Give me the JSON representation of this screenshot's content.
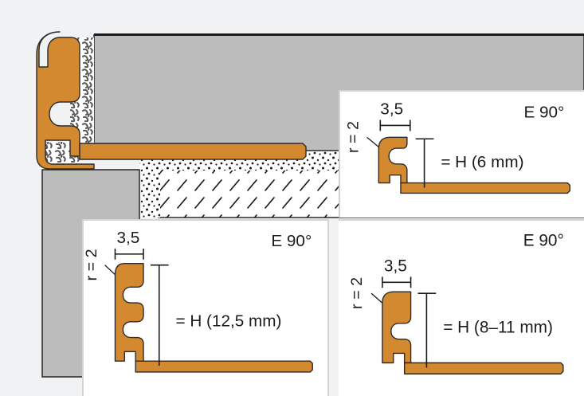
{
  "background_color": "#f1f2f4",
  "profile_color": "#d2892f",
  "outline_color": "#2b2b2b",
  "tile_color": "#bcbcbc",
  "main_illustration": {
    "name": "installation-cross-section",
    "description": "Corner installation cross-section of rounded edge tile trim profile with mortar bed, tile and substrate"
  },
  "panels": [
    {
      "id": "panel-6mm",
      "angle_label": "E 90°",
      "width_label": "3,5",
      "radius_label": "r = 2",
      "height_label": "= H (6 mm)",
      "height_mm": 6
    },
    {
      "id": "panel-12mm",
      "angle_label": "E 90°",
      "width_label": "3,5",
      "radius_label": "r = 2",
      "height_label": "= H (12,5 mm)",
      "height_mm": 12.5
    },
    {
      "id": "panel-8mm",
      "angle_label": "E 90°",
      "width_label": "3,5",
      "radius_label": "r = 2",
      "height_label": "= H (8–11 mm)",
      "height_mm": "8-11"
    }
  ]
}
